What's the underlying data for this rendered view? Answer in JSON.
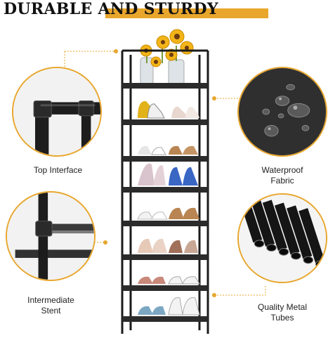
{
  "title": "DURABLE AND STURDY",
  "features": {
    "top_interface": "Top Interface",
    "waterproof_line1": "Waterproof",
    "waterproof_line2": "Fabric",
    "intermediate_line1": "Intermediate",
    "intermediate_line2": "Stent",
    "tubes_line1": "Quality Metal",
    "tubes_line2": "Tubes"
  },
  "colors": {
    "accent": "#e8a62c",
    "frame": "#1b1b1b",
    "fabric": "#2b2b2b"
  },
  "icons": [
    "rack-tube-joint-icon",
    "waterproof-fabric-icon",
    "stent-joint-icon",
    "metal-tubes-icon",
    "sunflower-vase-icon"
  ]
}
